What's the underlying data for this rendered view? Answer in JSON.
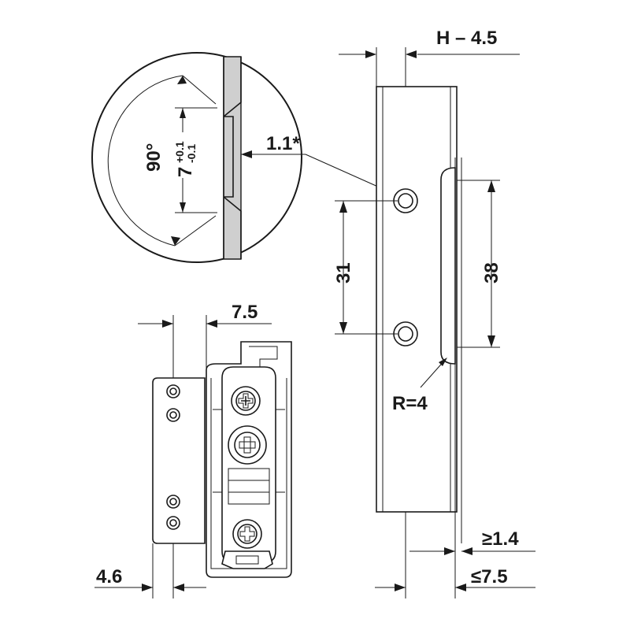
{
  "figure": {
    "top_offset": "H – 4.5",
    "slot_depth": "1.1*",
    "chamfer_angle": "90°",
    "slot_width": "7",
    "slot_tol_plus": "+0.1",
    "slot_tol_minus": "-0.1",
    "hole_spacing": "31",
    "slot_length": "38",
    "corner_radius": "R=4",
    "hinge_offset": "7.5",
    "plate_edge": "4.6",
    "min_thickness": "≥1.4",
    "max_offset": "≤7.5"
  }
}
